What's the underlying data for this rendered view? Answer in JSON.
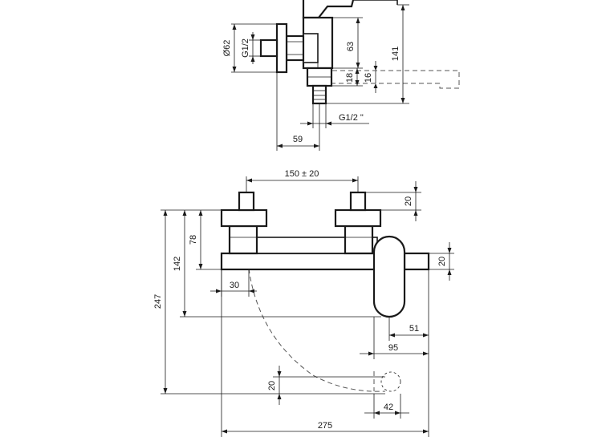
{
  "top_view": {
    "dims": {
      "d62": "Ø62",
      "g12_v": "G1/2",
      "h63": "63",
      "h141": "141",
      "h18": "18",
      "h16": "16",
      "g12_h": "G1/2 \"",
      "w59": "59"
    }
  },
  "front_view": {
    "dims": {
      "w150": "150 ± 20",
      "h20_top": "20",
      "h78": "78",
      "h142": "142",
      "h247": "247",
      "h20_right": "20",
      "w30": "30",
      "w51": "51",
      "w95": "95",
      "h20_bottom": "20",
      "w42": "42",
      "w275": "275"
    }
  }
}
